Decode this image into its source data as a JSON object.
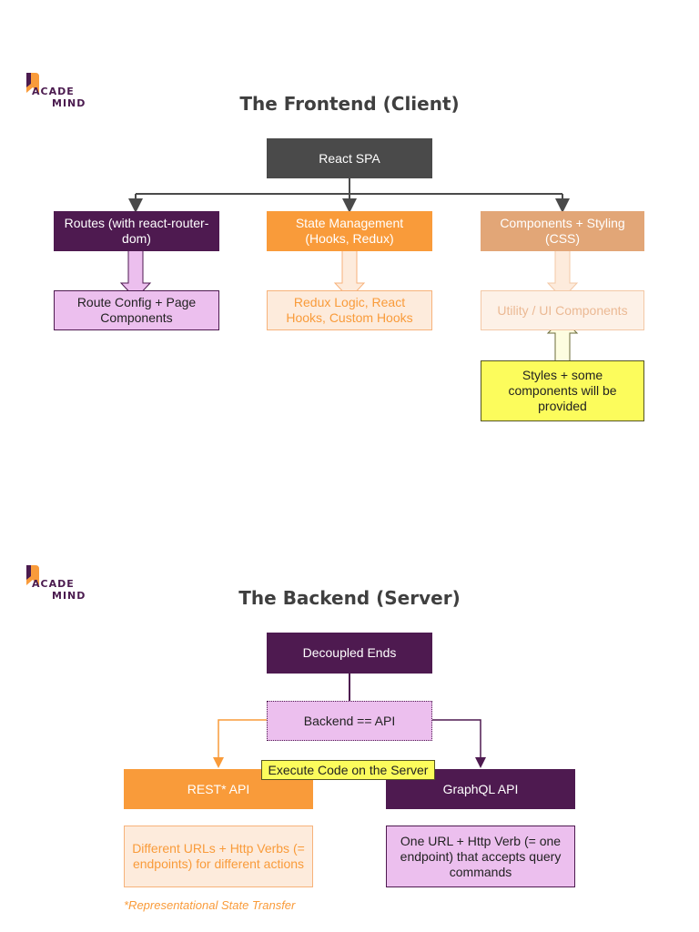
{
  "brand": {
    "line1": "ACADE",
    "line2": "MIND"
  },
  "frontend": {
    "title": "The Frontend (Client)",
    "root": "React SPA",
    "branches": [
      {
        "label": "Routes (with react-router-dom)",
        "child": "Route Config + Page Components"
      },
      {
        "label": "State Management (Hooks, Redux)",
        "child": "Redux Logic, React Hooks, Custom Hooks"
      },
      {
        "label": "Components + Styling (CSS)",
        "child": "Utility / UI Components"
      }
    ],
    "provided_note": "Styles + some components will be provided"
  },
  "backend": {
    "title": "The Backend (Server)",
    "root": "Decoupled Ends",
    "api_box": "Backend == API",
    "execute_label": "Execute Code on the Server",
    "rest": {
      "label": "REST* API",
      "desc": "Different URLs + Http Verbs (= endpoints) for different actions"
    },
    "graphql": {
      "label": "GraphQL API",
      "desc": "One URL + Http Verb (= one endpoint) that accepts query commands"
    },
    "footnote": "*Representational State Transfer"
  },
  "colors": {
    "dark_gray": "#4a4a4a",
    "purple": "#4e1a50",
    "orange": "#f99b3a",
    "peach": "#e2a677",
    "lilac": "#ecbfee",
    "light_peach": "#fdebdc",
    "yellow": "#fcfc5c"
  }
}
